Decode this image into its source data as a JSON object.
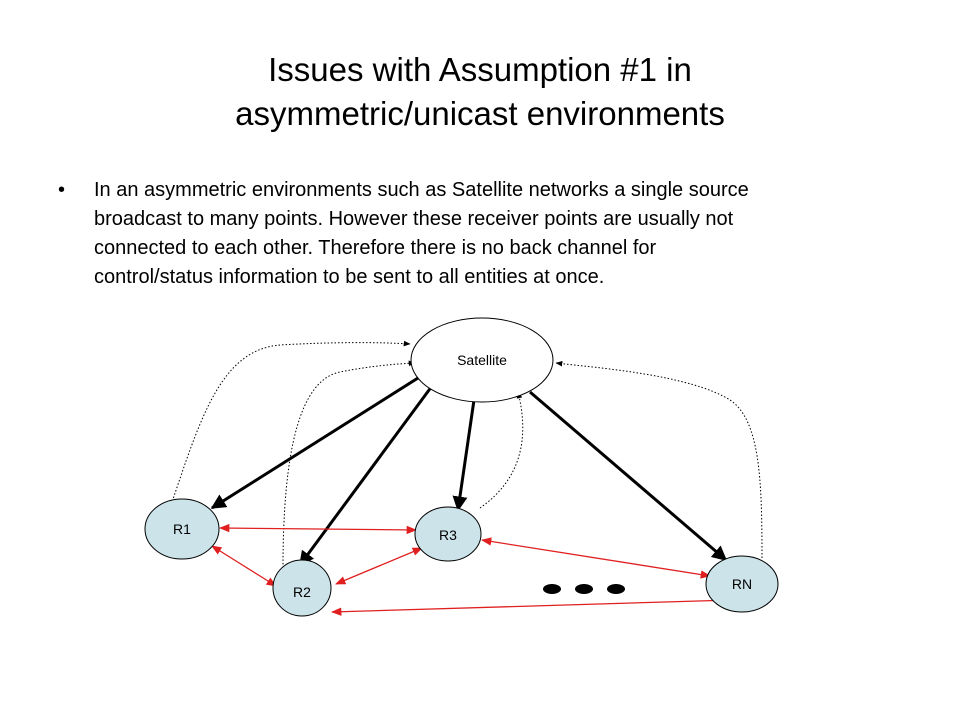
{
  "slide": {
    "title_lines": [
      "Issues with Assumption #1 in",
      "asymmetric/unicast environments"
    ],
    "bullet_marker": "•",
    "bullet_lines": [
      "In an asymmetric environments such as Satellite networks a single source",
      "broadcast to many points.  However these receiver points are usually not",
      "connected to each other.  Therefore there is no back channel for",
      "control/status information to be sent to all entities at once."
    ]
  },
  "diagram": {
    "nodes": [
      {
        "id": "satellite",
        "label": "Satellite"
      },
      {
        "id": "r1",
        "label": "R1"
      },
      {
        "id": "r2",
        "label": "R2"
      },
      {
        "id": "r3",
        "label": "R3"
      },
      {
        "id": "rn",
        "label": "RN"
      }
    ],
    "colors": {
      "satellite_fill": "#ffffff",
      "receiver_fill": "#cce3ea",
      "broadcast_arrow": "#000000",
      "peer_arrow": "#e02020",
      "back_channel": "#000000"
    }
  }
}
